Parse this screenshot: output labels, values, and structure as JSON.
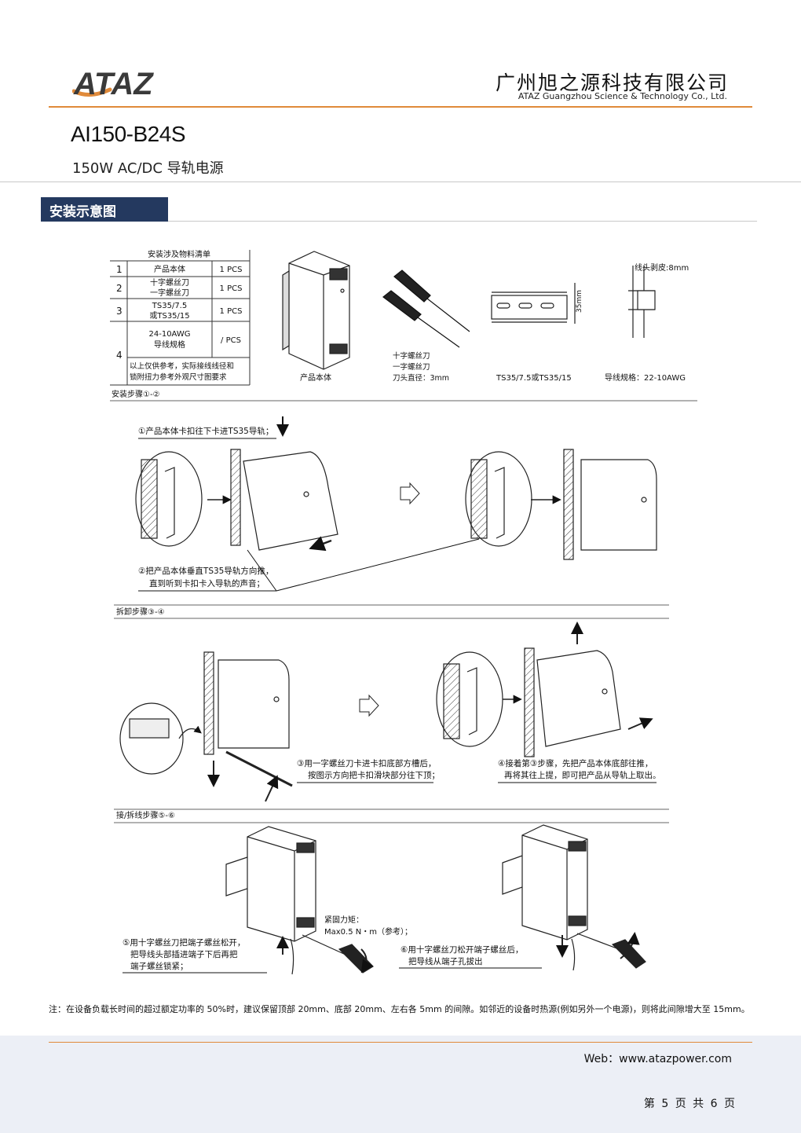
{
  "header": {
    "logo_text": "ATAZ",
    "company_cn": "广州旭之源科技有限公司",
    "company_en": "ATAZ Guangzhou Science & Technology Co., Ltd."
  },
  "product": {
    "code": "AI150-B24S",
    "subtitle": "150W AC/DC 导轨电源"
  },
  "section": {
    "title": "安装示意图"
  },
  "bom": {
    "title": "安装涉及物料清单",
    "rows": [
      {
        "no": "1",
        "item1": "产品本体",
        "item2": "",
        "qty": "1 PCS"
      },
      {
        "no": "2",
        "item1": "十字螺丝刀",
        "item2": "一字螺丝刀",
        "qty": "1 PCS"
      },
      {
        "no": "3",
        "item1": "TS35/7.5",
        "item2": "或TS35/15",
        "qty": "1 PCS"
      },
      {
        "no": "4",
        "item1": "24-10AWG",
        "item2": "导线规格",
        "qty": "/ PCS"
      }
    ],
    "remark1": "以上仅供参考，实际接线线径和",
    "remark2": "锁附扭力参考外观尺寸图要求"
  },
  "parts": {
    "product": "产品本体",
    "driver1": "十字螺丝刀",
    "driver2": "一字螺丝刀",
    "driver3": "刀头直径：3mm",
    "rail": "TS35/7.5或TS35/15",
    "rail_dim": "35mm",
    "strip": "线头剥皮:8mm",
    "wire": "导线规格：22-10AWG"
  },
  "install": {
    "heading": "安装步骤①-②",
    "step1": "①产品本体卡扣往下卡进TS35导轨；",
    "step2a": "②把产品本体垂直TS35导轨方向推，",
    "step2b": "直到听到卡扣卡入导轨的声音；"
  },
  "remove": {
    "heading": "拆卸步骤③-④",
    "step3a": "③用一字螺丝刀卡进卡扣底部方槽后，",
    "step3b": "按图示方向把卡扣滑块部分往下顶；",
    "step4a": "④接着第③步骤，先把产品本体底部往推，",
    "step4b": "再将其往上提，即可把产品从导轨上取出。"
  },
  "wiring": {
    "heading": "接/拆线步骤⑤-⑥",
    "torque1": "紧固力矩：",
    "torque2": "Max0.5 N・m（参考）；",
    "step5a": "⑤用十字螺丝刀把端子螺丝松开，",
    "step5b": "把导线头部插进端子下后再把",
    "step5c": "端子螺丝锁紧；",
    "step6a": "⑥用十字螺丝刀松开端子螺丝后，",
    "step6b": "把导线从端子孔拔出"
  },
  "note": "注：在设备负载长时间的超过额定功率的 50%时，建议保留顶部 20mm、底部 20mm、左右各 5mm 的间隙。如邻近的设备时热源(例如另外一个电源)，则将此间隙增大至 15mm。",
  "footer": {
    "web": "Web：www.atazpower.com",
    "page": "第 5 页 共 6 页"
  },
  "colors": {
    "accent": "#e08a3a",
    "navy": "#24395f",
    "footer_bg": "#eceff6"
  }
}
